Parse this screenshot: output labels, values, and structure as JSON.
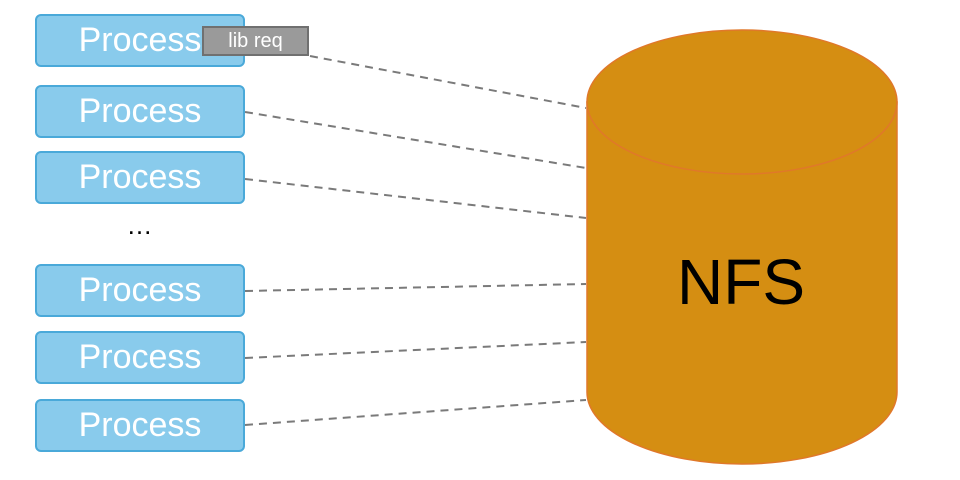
{
  "processes": [
    {
      "label": "Process"
    },
    {
      "label": "Process"
    },
    {
      "label": "Process"
    },
    {
      "label": "Process"
    },
    {
      "label": "Process"
    },
    {
      "label": "Process"
    }
  ],
  "ellipsis": "…",
  "request_badge": "lib req",
  "storage": {
    "label": "NFS"
  },
  "colors": {
    "process_fill": "#89cbec",
    "process_border": "#4aa9d9",
    "cylinder_fill": "#d58e12",
    "cylinder_border": "#e0782a",
    "badge_fill": "#9a9a9a",
    "connector": "#7a7a7a"
  }
}
